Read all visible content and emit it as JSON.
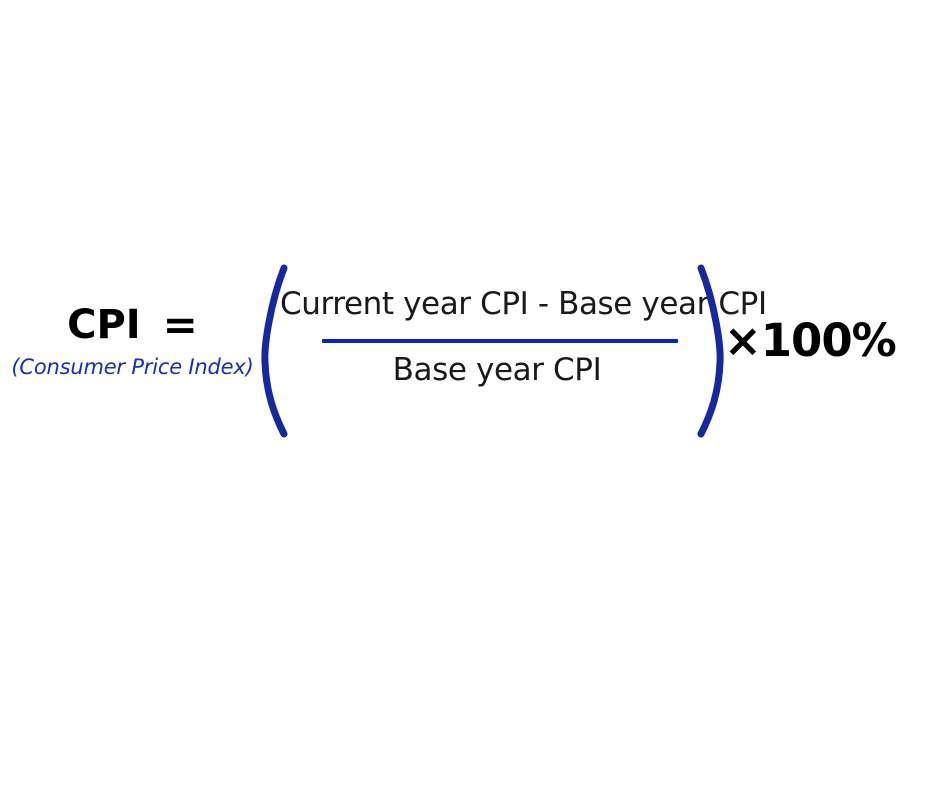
{
  "document": {
    "type": "formula-illustration",
    "background_color": "#FFFFFF"
  },
  "formula": {
    "left_side": {
      "symbol": "CPI",
      "equals": "=",
      "expansion": "(Consumer Price Index)"
    },
    "group": {
      "open_paren": "(",
      "close_paren": ")"
    },
    "fraction": {
      "numerator": "Current year CPI - Base year CPI",
      "denominator": "Base year CPI"
    },
    "multiplier": "×100%"
  },
  "colors": {
    "text_black": "#000000",
    "body_text": "#1a1a1a",
    "accent_blue": "#1A2FB0",
    "bar_blue": "#0B22C4",
    "paren_blue": "#16289E",
    "background": "#FFFFFF"
  }
}
